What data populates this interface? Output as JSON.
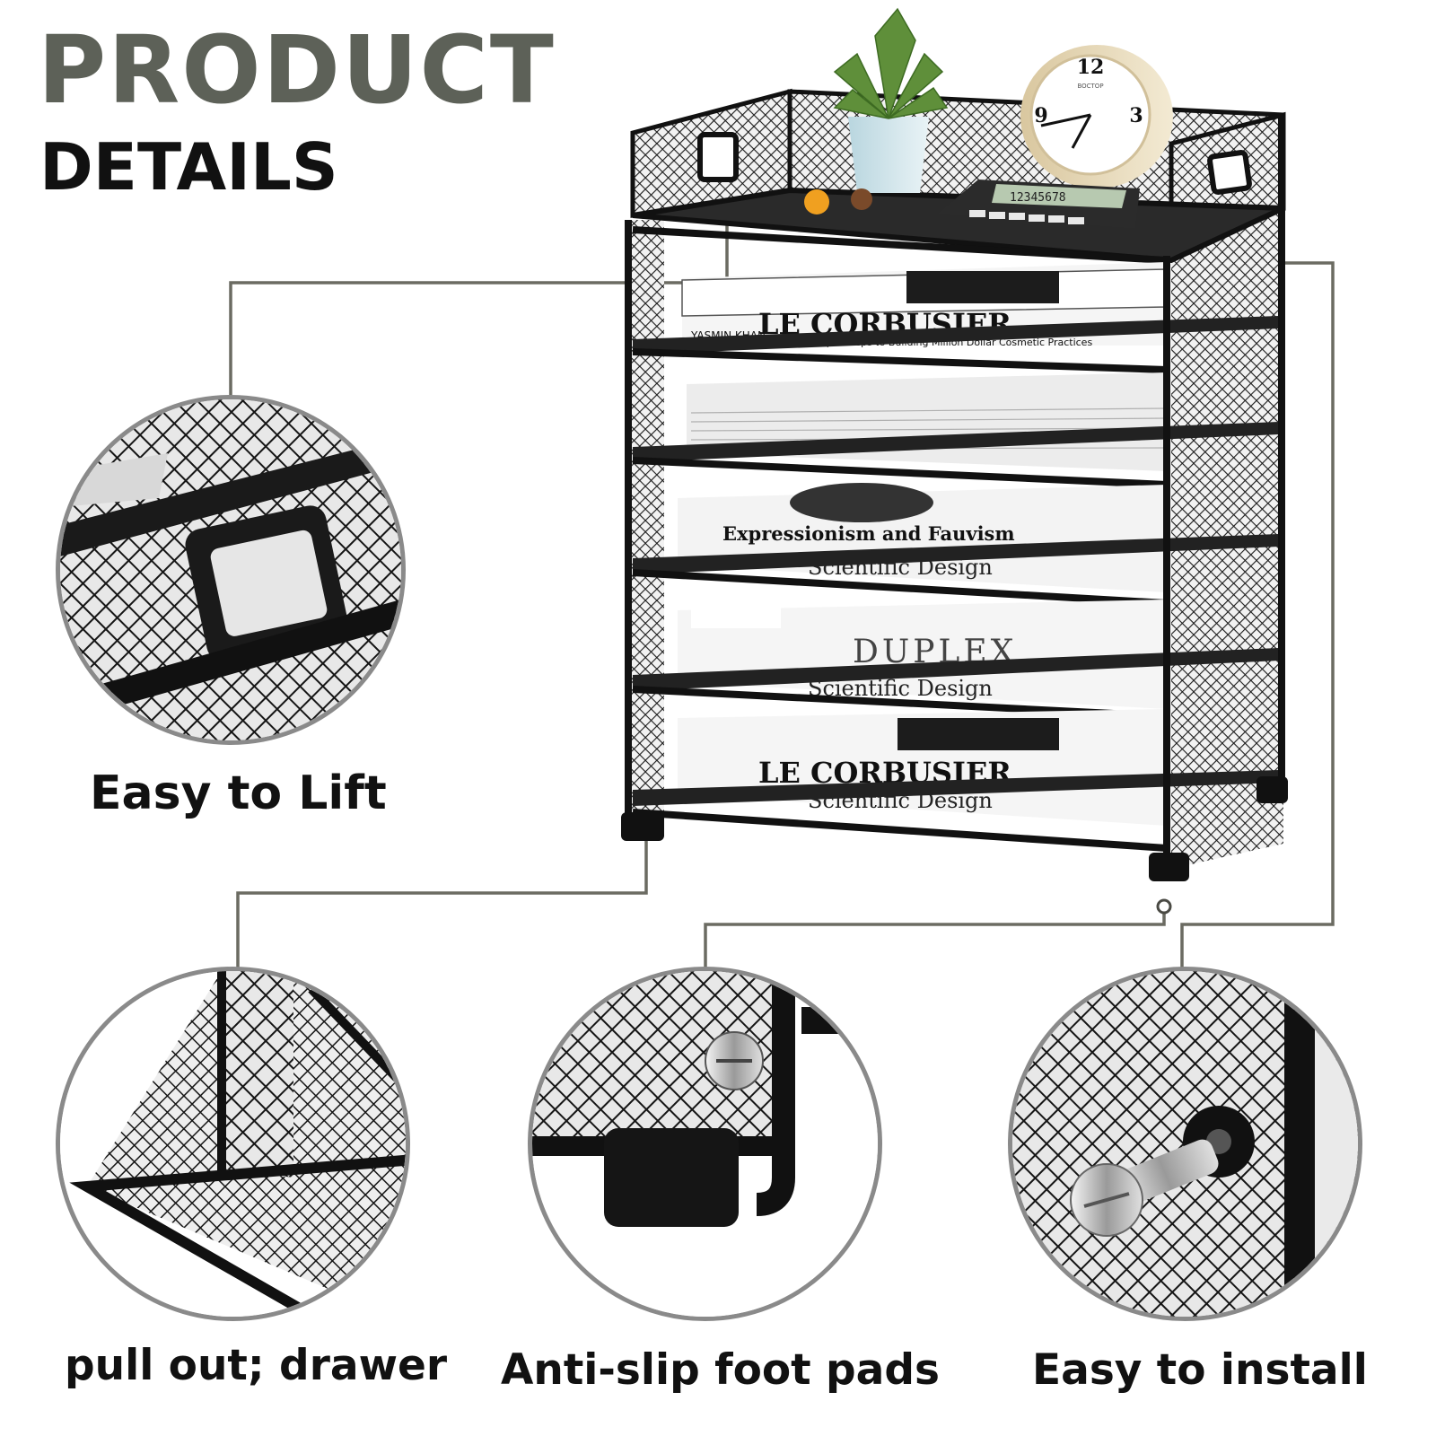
{
  "header": {
    "title": "PRODUCT",
    "subtitle": "DETAILS"
  },
  "features": [
    {
      "label": "Easy to Lift"
    },
    {
      "label": "pull out; drawer"
    },
    {
      "label": "Anti-slip foot pads"
    },
    {
      "label": "Easy to install"
    }
  ],
  "product": {
    "books": [
      {
        "title": "LE CORBUSIER",
        "author": "YASMIN KHAN",
        "subtitle": "Simple Steps to Building Million Dollar Cosmetic Practices"
      },
      {
        "title": "Expressionism and Fauvism",
        "subtitle": "Scientific Design"
      },
      {
        "title": "DUPLEX",
        "subtitle": "Scientific Design"
      },
      {
        "title": "LE CORBUSIER",
        "subtitle": "Scientific Design"
      }
    ],
    "calculator_display": "12345678",
    "clock_brand": "BOCTOP"
  },
  "colors": {
    "accent_gray": "#5d6158",
    "callout_line": "#6b6b62",
    "metal": "#1a1a1a"
  }
}
